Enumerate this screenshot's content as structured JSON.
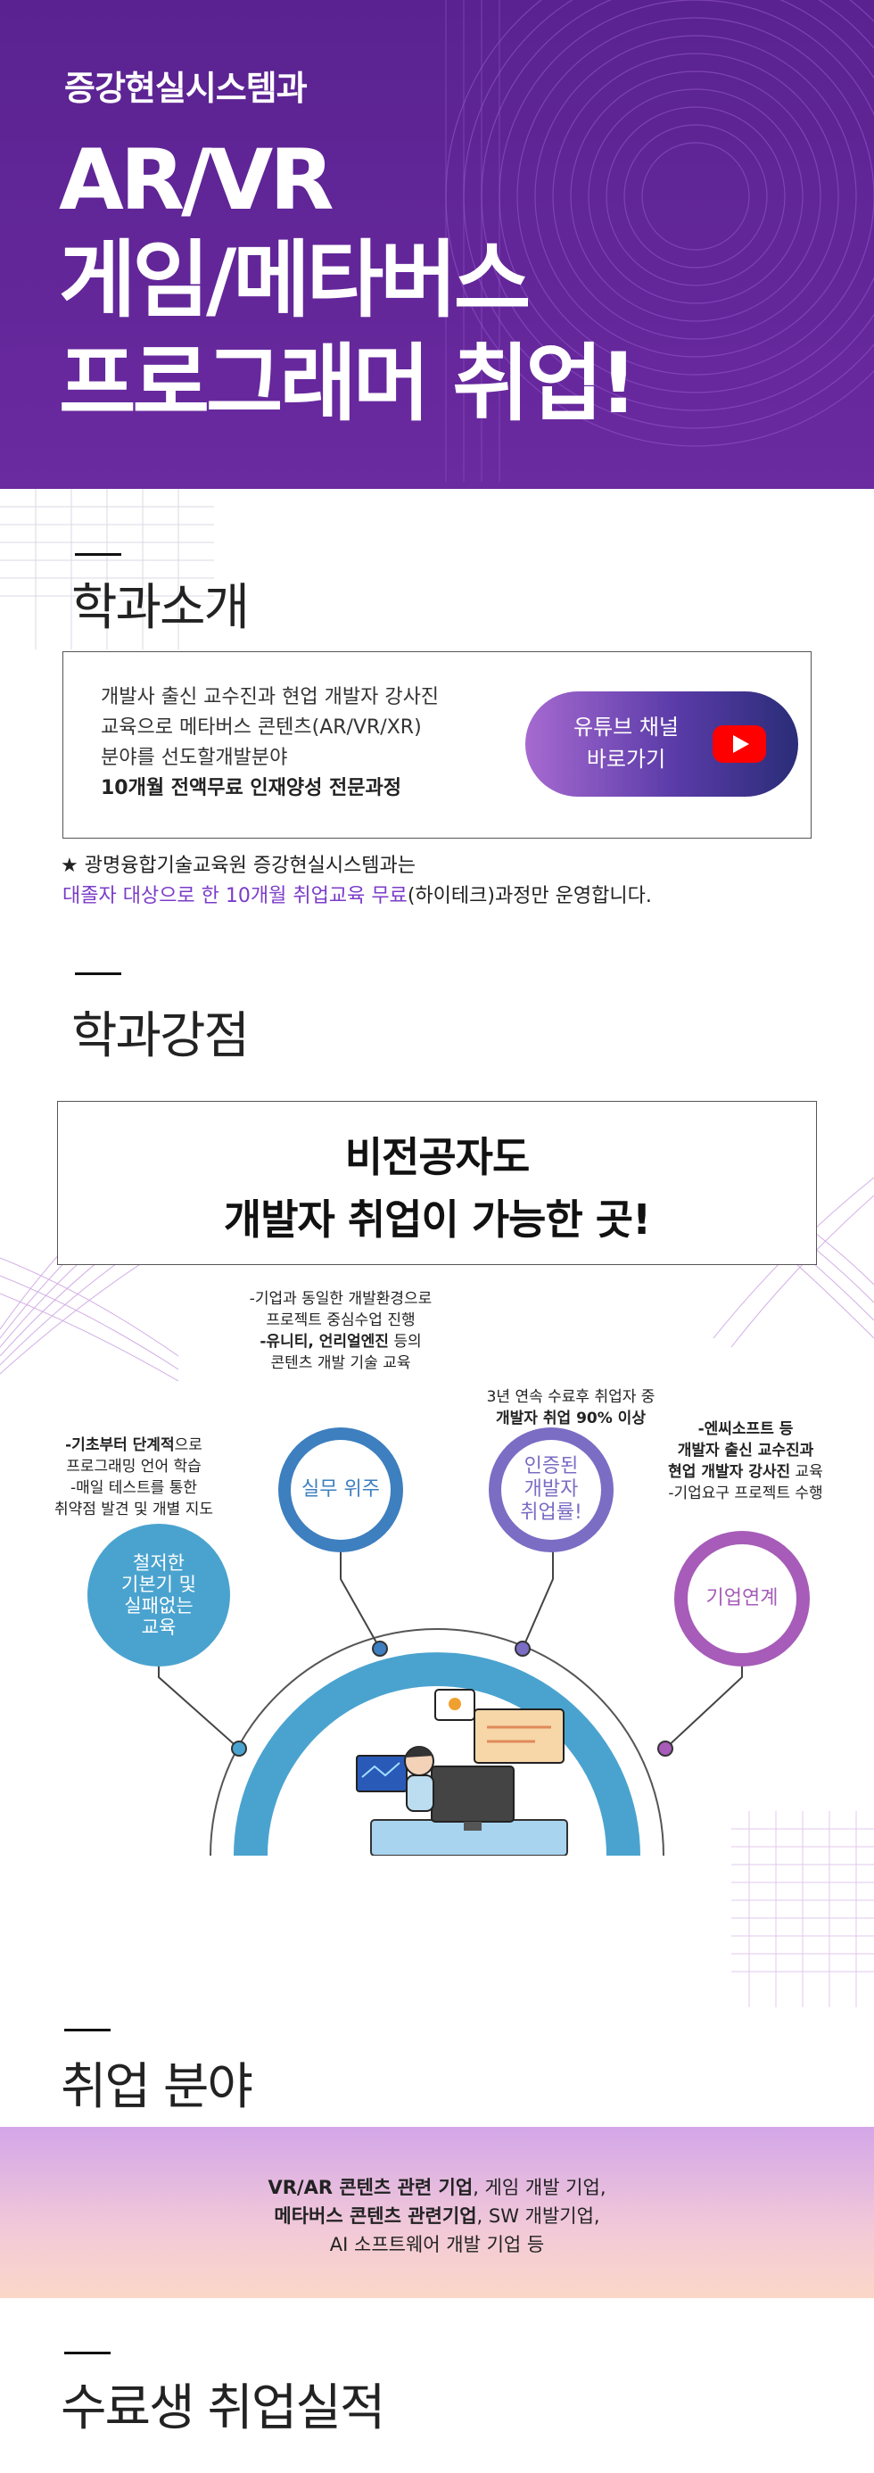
{
  "hero": {
    "subtitle": "증강현실시스템과",
    "line1": "AR/VR",
    "line2": "게임/메타버스",
    "line3": "프로그래머 취업!"
  },
  "intro": {
    "heading": "학과소개",
    "text_line1": "개발사 출신 교수진과 현업 개발자 강사진",
    "text_line2": "교육으로 메타버스 콘텐츠(AR/VR/XR)",
    "text_line3": "분야를 선도할개발분야",
    "text_bold": "10개월 전액무료 인재양성 전문과정",
    "youtube_line1": "유튜브 채널",
    "youtube_line2": "바로가기",
    "note_line1": "★ 광명융합기술교육원 증강현실시스템과는",
    "note_highlight": "대졸자 대상으로 한 10개월 취업교육 무료",
    "note_rest": "(하이테크)과정만 운영합니다."
  },
  "strengths": {
    "heading": "학과강점",
    "box_line1": "비전공자도",
    "box_line2": "개발자 취업이 가능한 곳!",
    "circles": [
      {
        "label": "철저한\n기본기 및\n실패없는\n교육",
        "color": "#4aa3cf"
      },
      {
        "label": "실무 위주",
        "color": "#3d7fbf"
      },
      {
        "label": "인증된\n개발자\n취업률!",
        "color": "#7b6cc4"
      },
      {
        "label": "기업연계",
        "color": "#a65cb8"
      }
    ],
    "cap1": {
      "bold": "-기초부터 단계적",
      "rest": "으로",
      "line2": "프로그래밍 언어 학습",
      "line3": "-매일 테스트를 통한",
      "line4": "취약점 발견 및 개별 지도"
    },
    "cap2": {
      "line1": "-기업과 동일한 개발환경으로",
      "line2": "프로젝트 중심수업 진행",
      "bold": "-유니티, 언리얼엔진",
      "rest": " 등의",
      "line4": "콘텐츠 개발 기술 교육"
    },
    "cap3": {
      "line1": "3년 연속 수료후 취업자 중",
      "bold": "개발자 취업 90% 이상"
    },
    "cap4": {
      "bold1": "-엔씨소프트 등",
      "bold2": "개발자 출신 교수진과",
      "bold3": "현업 개발자 강사진",
      "rest3": " 교육",
      "line4": "-기업요구 프로젝트 수행"
    }
  },
  "jobs": {
    "heading": "취업 분야",
    "l1_bold": "VR/AR 콘텐츠 관련 기업",
    "l1_rest": ", 게임 개발 기업,",
    "l2_bold": "메타버스 콘텐츠 관련기업",
    "l2_rest": ", SW 개발기업,",
    "l3": "AI 소프트웨어 개발 기업 등"
  },
  "results": {
    "heading": "수료생 취업실적"
  },
  "colors": {
    "hero_bg": "#5e2595",
    "accent_purple": "#7b3cc8",
    "youtube_red": "#ff0000"
  }
}
